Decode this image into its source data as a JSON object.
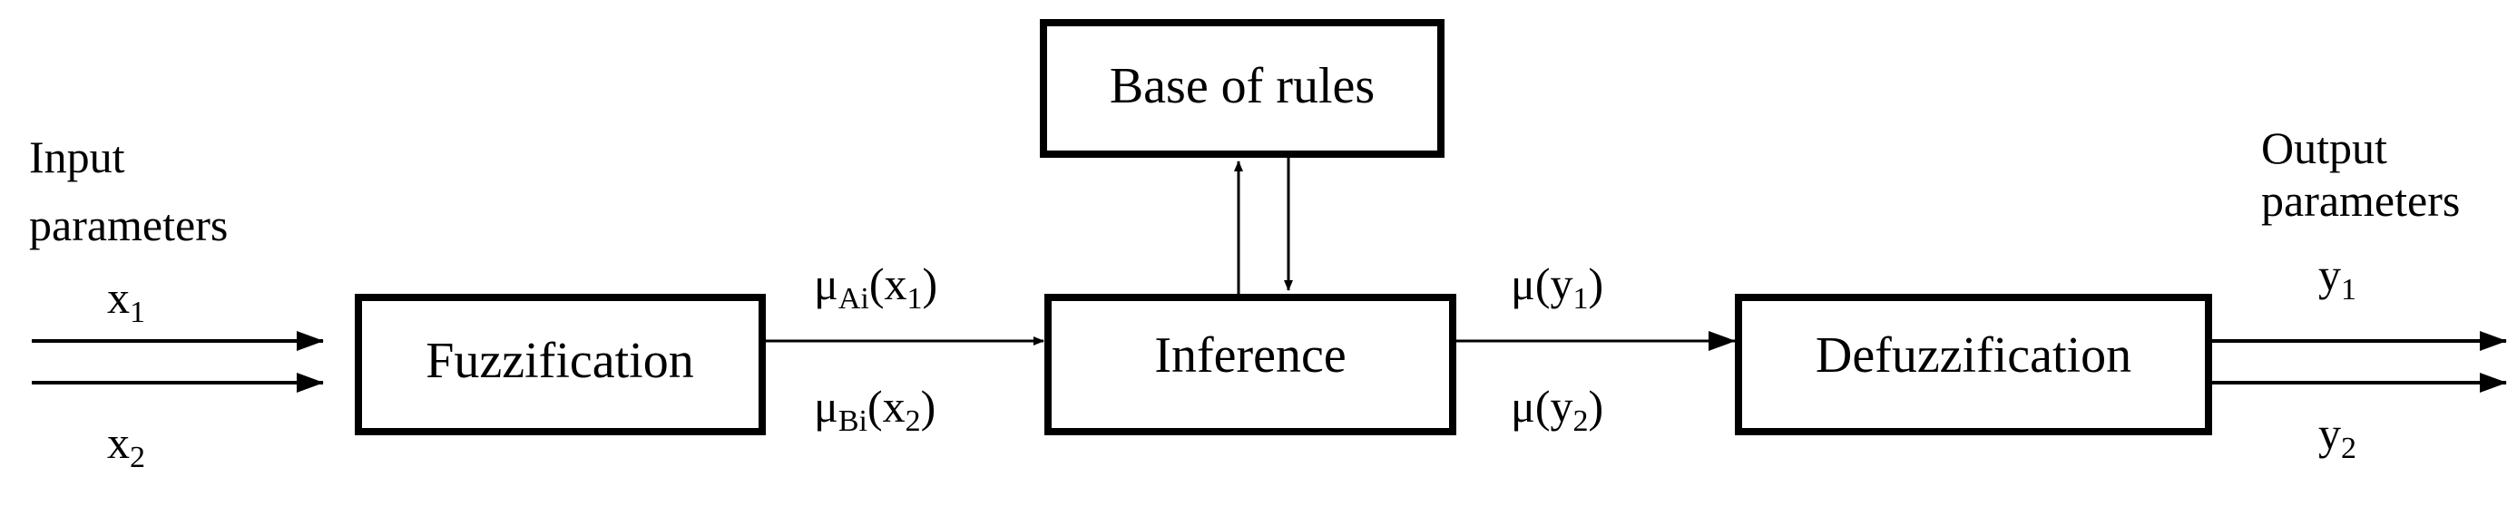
{
  "diagram": {
    "boxes": {
      "fuzzification": "Fuzzification",
      "inference": "Inference",
      "defuzzification": "Defuzzification",
      "base_of_rules": "Base of rules"
    },
    "input_title": {
      "line1": "Input",
      "line2": "parameters"
    },
    "output_title": {
      "line1": "Output",
      "line2": "parameters"
    },
    "inputs": {
      "x1": {
        "base": "x",
        "sub": "1"
      },
      "x2": {
        "base": "x",
        "sub": "2"
      }
    },
    "memberships": {
      "mu_a": {
        "mu": "μ",
        "sub": "Ai",
        "arg": "(x",
        "argsub": "1",
        "close": ")"
      },
      "mu_b": {
        "mu": "μ",
        "sub": "Bi",
        "arg": "(x",
        "argsub": "2",
        "close": ")"
      },
      "mu_y1": {
        "mu": "μ",
        "arg": "(y",
        "argsub": "1",
        "close": ")"
      },
      "mu_y2": {
        "mu": "μ",
        "arg": "(y",
        "argsub": "2",
        "close": ")"
      }
    },
    "outputs": {
      "y1": {
        "base": "y",
        "sub": "1"
      },
      "y2": {
        "base": "y",
        "sub": "2"
      }
    }
  }
}
